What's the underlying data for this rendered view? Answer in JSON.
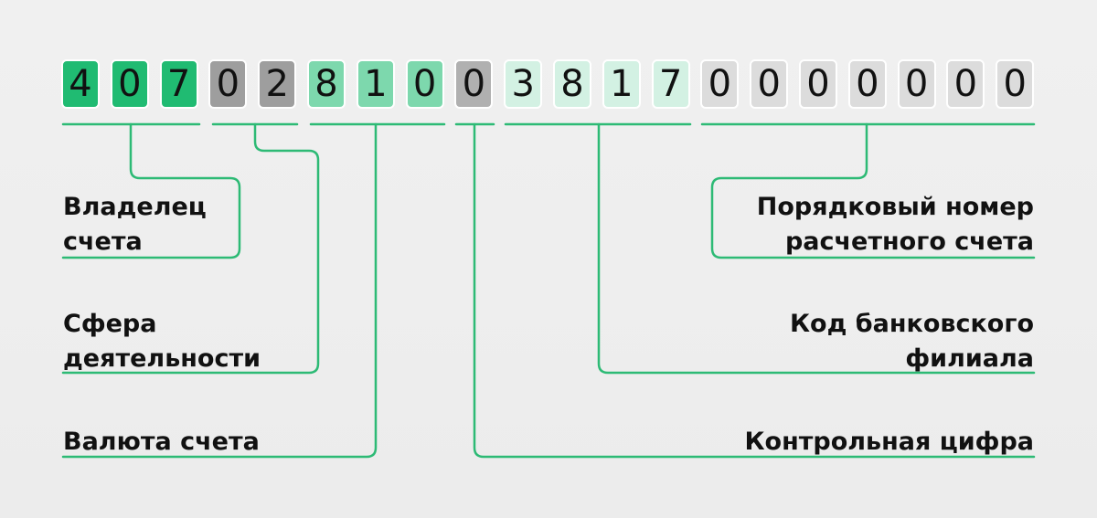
{
  "digits": [
    {
      "d": "4",
      "group": "owner"
    },
    {
      "d": "0",
      "group": "owner"
    },
    {
      "d": "7",
      "group": "owner"
    },
    {
      "d": "0",
      "group": "activity"
    },
    {
      "d": "2",
      "group": "activity"
    },
    {
      "d": "8",
      "group": "currency"
    },
    {
      "d": "1",
      "group": "currency"
    },
    {
      "d": "0",
      "group": "currency"
    },
    {
      "d": "0",
      "group": "check"
    },
    {
      "d": "3",
      "group": "branch"
    },
    {
      "d": "8",
      "group": "branch"
    },
    {
      "d": "1",
      "group": "branch"
    },
    {
      "d": "7",
      "group": "branch"
    },
    {
      "d": "0",
      "group": "serial"
    },
    {
      "d": "0",
      "group": "serial"
    },
    {
      "d": "0",
      "group": "serial"
    },
    {
      "d": "0",
      "group": "serial"
    },
    {
      "d": "0",
      "group": "serial"
    },
    {
      "d": "0",
      "group": "serial"
    },
    {
      "d": "0",
      "group": "serial"
    }
  ],
  "colors": {
    "owner": "#20bb72",
    "activity": "#9e9e9e",
    "currency": "#7dd8ad",
    "check": "#b0b0b0",
    "branch": "#d3f1e3",
    "serial": "#dcdcdc",
    "line": "#2dba75"
  },
  "labels": {
    "owner_1": "Владелец",
    "owner_2": "счета",
    "activity_1": "Сфера",
    "activity_2": "деятельности",
    "currency": "Валюта счета",
    "serial_1": "Порядковый номер",
    "serial_2": "расчетного счета",
    "branch_1": "Код банковского",
    "branch_2": "филиала",
    "check": "Контрольная цифра"
  }
}
